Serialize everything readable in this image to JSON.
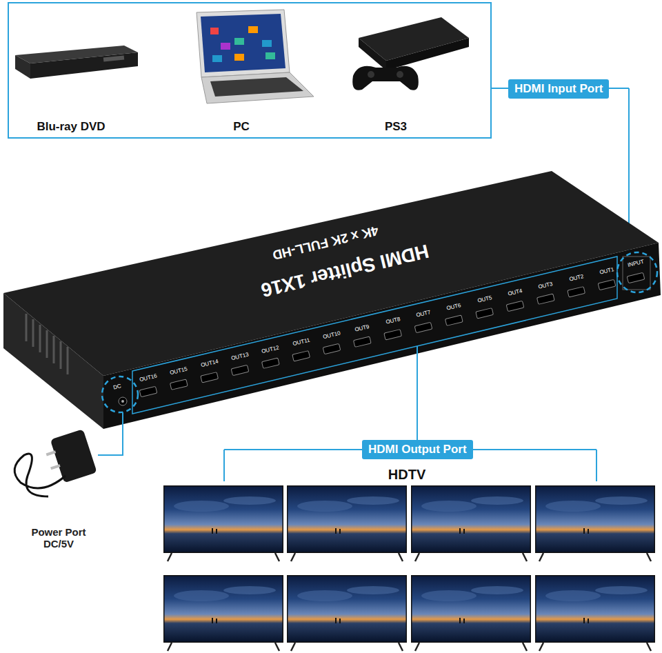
{
  "diagram": {
    "nodes": [
      {
        "text": [
          "HDMI Input Port"
        ]
      },
      {
        "text": [
          "HDMI Output Port"
        ]
      }
    ],
    "labels": [
      "Blu-ray DVD",
      "PC",
      "PS3",
      "HDMI Splitter 1X16",
      "4K x 2K FULL-HD",
      "INPUT",
      "OUT1",
      "OUT2",
      "OUT3",
      "OUT4",
      "OUT5",
      "OUT6",
      "OUT7",
      "OUT8",
      "OUT9",
      "OUT10",
      "OUT11",
      "OUT12",
      "OUT13",
      "OUT14",
      "OUT15",
      "OUT16",
      "DC",
      "HDTV",
      "Power Port DC/5V"
    ]
  }
}
